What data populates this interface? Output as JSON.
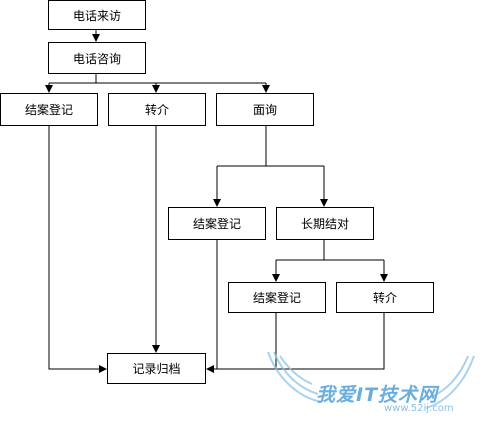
{
  "nodes": {
    "call_visit": "电话来访",
    "phone_consult": "电话咨询",
    "close_register_1": "结案登记",
    "referral_1": "转介",
    "interview": "面询",
    "close_register_2": "结案登记",
    "long_term": "长期结对",
    "close_register_3": "结案登记",
    "referral_2": "转介",
    "archive": "记录归档"
  },
  "watermark": {
    "text": "我爱IT技术网",
    "url": "www.52ij.com"
  },
  "colors": {
    "line": "#000000",
    "watermark": "#6aaedf"
  }
}
